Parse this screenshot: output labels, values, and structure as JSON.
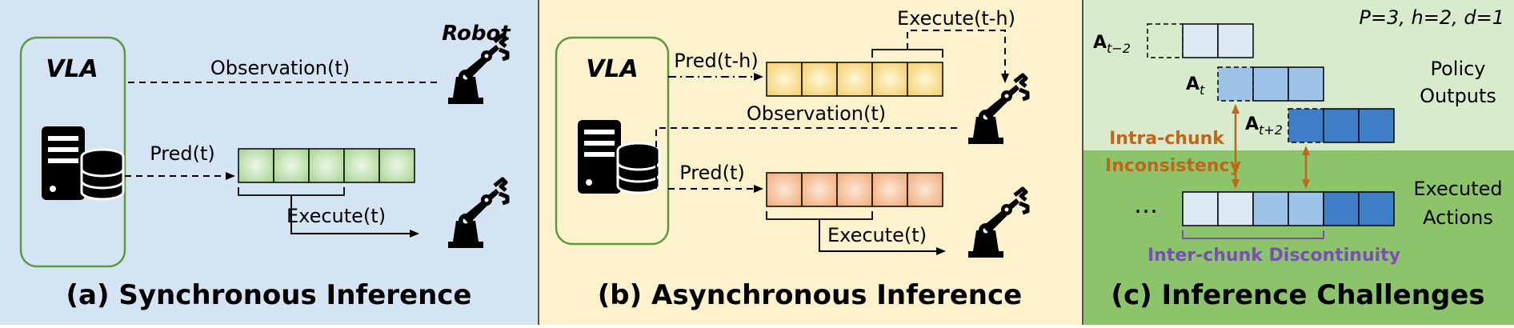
{
  "panels": {
    "a": {
      "title": "(a)  Synchronous Inference",
      "vla_label": "VLA",
      "robot_label": "Robot",
      "observation_label": "Observation(t)",
      "pred_label": "Pred(t)",
      "execute_label": "Execute(t)"
    },
    "b": {
      "title": "(b)  Asynchronous Inference",
      "vla_label": "VLA",
      "pred_prev_label": "Pred(t-h)",
      "execute_prev_label": "Execute(t-h)",
      "observation_label": "Observation(t)",
      "pred_label": "Pred(t)",
      "execute_label": "Execute(t)"
    },
    "c": {
      "title": "(c)  Inference Challenges",
      "params_label": "P=3, h=2, d=1",
      "a_tm2_base": "A",
      "a_tm2_sub": "t−2",
      "a_t_base": "A",
      "a_t_sub": "t",
      "a_tp2_base": "A",
      "a_tp2_sub": "t+2",
      "policy_line1": "Policy",
      "policy_line2": "Outputs",
      "executed_line1": "Executed",
      "executed_line2": "Actions",
      "intra_line1": "Intra-chunk",
      "intra_line2": "Inconsistency",
      "inter_label": "Inter-chunk Discontinuity",
      "ellipsis": "…"
    }
  },
  "colors": {
    "panel_a_bg": "#d4e4f4",
    "panel_b_bg": "#fdf2cc",
    "panel_c_top_bg": "#d8ebcd",
    "panel_c_bottom_bg": "#8cc46c",
    "vla_border": "#5a9a3c",
    "green_cell": "#b9dca6",
    "yellow_cell": "#f7d98a",
    "orange_cell": "#f4b98e",
    "blue_light": "#dde8f5",
    "blue_mid": "#9dc3e6",
    "blue_dark": "#3e7ec6",
    "intra_color": "#c0661a",
    "inter_color": "#7a4fb3"
  }
}
